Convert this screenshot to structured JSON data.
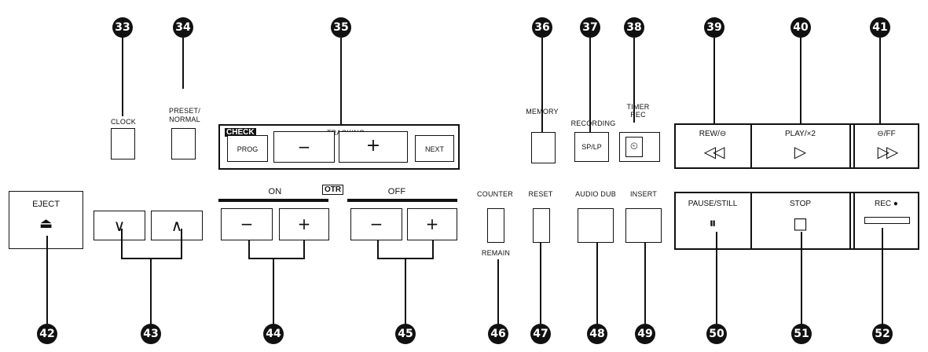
{
  "callouts": [
    "33",
    "34",
    "35",
    "36",
    "37",
    "38",
    "39",
    "40",
    "41",
    "42",
    "43",
    "44",
    "45",
    "46",
    "47",
    "48",
    "49",
    "50",
    "51",
    "52"
  ],
  "labels": {
    "clock": "CLOCK",
    "preset_normal_1": "PRESET/",
    "preset_normal_2": "NORMAL",
    "check": "CHECK",
    "tracking": "TRACKING",
    "prog": "PROG",
    "next": "NEXT",
    "memory": "MEMORY",
    "recording": "RECORDING",
    "sp_lp": "SP/LP",
    "timer_rec_1": "TIMER",
    "timer_rec_2": "REC",
    "rew": "REW/",
    "play": "PLAY/×2",
    "ff": "/FF",
    "eject": "EJECT",
    "on": "ON",
    "otr": "OTR",
    "off": "OFF",
    "counter": "COUNTER",
    "remain": "REMAIN",
    "reset": "RESET",
    "audio_dub": "AUDIO DUB",
    "insert": "INSERT",
    "pause_still": "PAUSE/STILL",
    "stop": "STOP",
    "rec": "REC"
  },
  "glyphs": {
    "minus": "−",
    "plus": "+",
    "eject": "⏏",
    "down": "∨",
    "up": "∧",
    "rew": "◁◁",
    "play": "▷",
    "ff": "▷▷",
    "pause": "⏸",
    "stop": "□",
    "clock": "⏲",
    "rec_dot": "●",
    "minus_circle": "⊖"
  }
}
